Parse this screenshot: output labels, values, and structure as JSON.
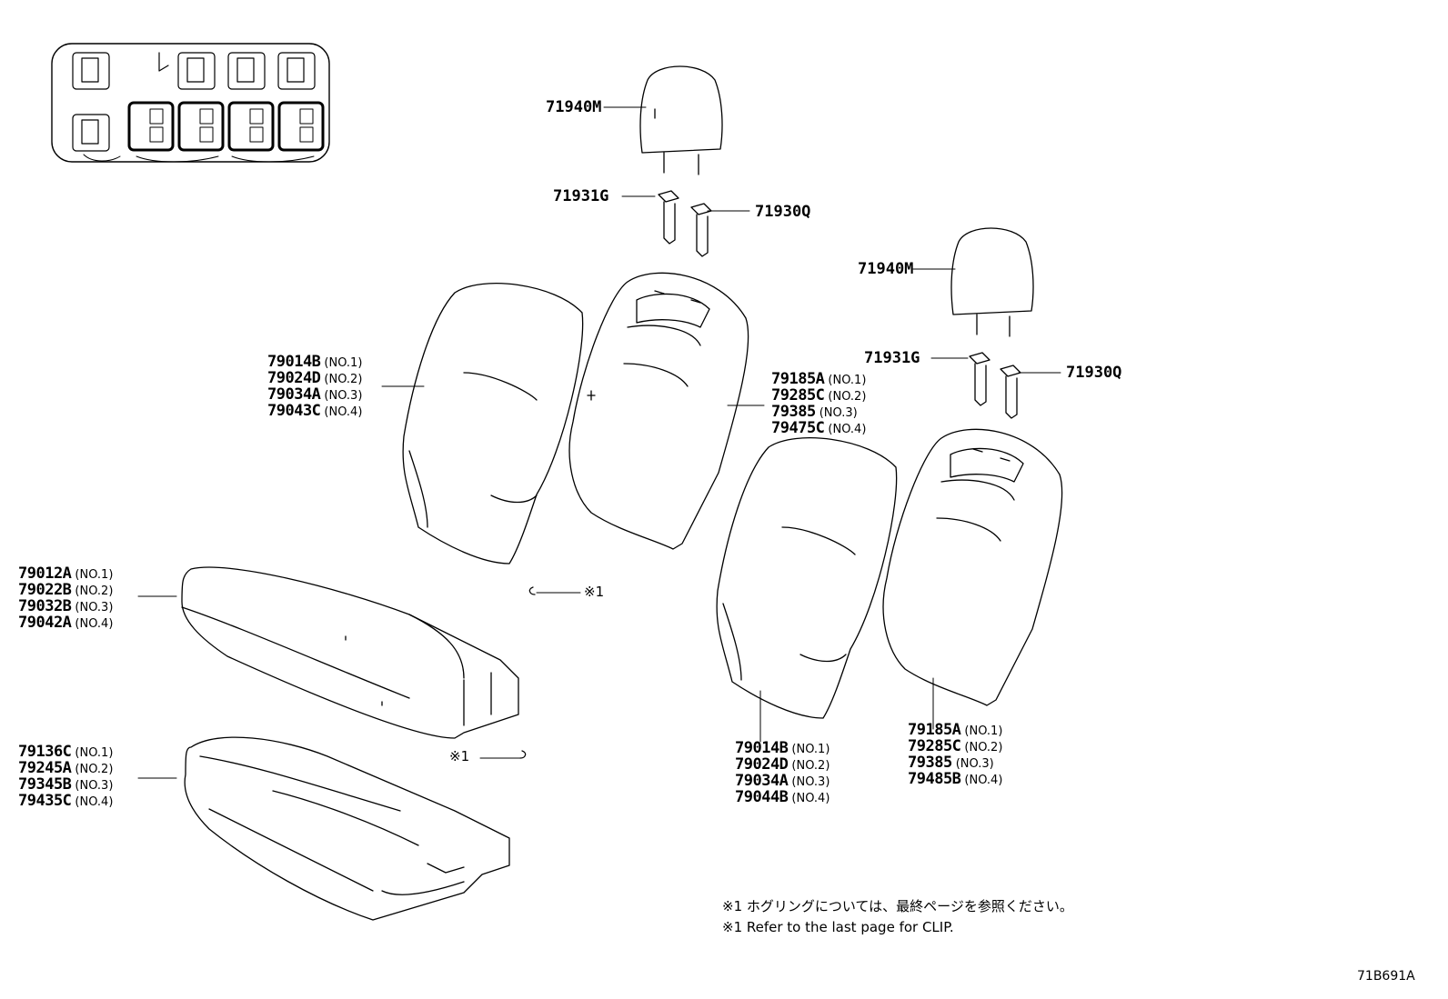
{
  "labels": {
    "headrest_left": "71940M",
    "support_left_a": "71931G",
    "support_left_b": "71930Q",
    "headrest_right": "71940M",
    "support_right_a": "71931G",
    "support_right_b": "71930Q",
    "clip_mark_a": "※1",
    "clip_mark_b": "※1"
  },
  "groups": {
    "back_cover_left": [
      {
        "part": "79014B",
        "no": "(NO.1)"
      },
      {
        "part": "79024D",
        "no": "(NO.2)"
      },
      {
        "part": "79034A",
        "no": "(NO.3)"
      },
      {
        "part": "79043C",
        "no": "(NO.4)"
      }
    ],
    "back_pad_left": [
      {
        "part": "79185A",
        "no": "(NO.1)"
      },
      {
        "part": "79285C",
        "no": "(NO.2)"
      },
      {
        "part": "79385",
        "no": "(NO.3)"
      },
      {
        "part": "79475C",
        "no": "(NO.4)"
      }
    ],
    "cushion_cover": [
      {
        "part": "79012A",
        "no": "(NO.1)"
      },
      {
        "part": "79022B",
        "no": "(NO.2)"
      },
      {
        "part": "79032B",
        "no": "(NO.3)"
      },
      {
        "part": "79042A",
        "no": "(NO.4)"
      }
    ],
    "cushion_pad": [
      {
        "part": "79136C",
        "no": "(NO.1)"
      },
      {
        "part": "79245A",
        "no": "(NO.2)"
      },
      {
        "part": "79345B",
        "no": "(NO.3)"
      },
      {
        "part": "79435C",
        "no": "(NO.4)"
      }
    ],
    "back_cover_right": [
      {
        "part": "79014B",
        "no": "(NO.1)"
      },
      {
        "part": "79024D",
        "no": "(NO.2)"
      },
      {
        "part": "79034A",
        "no": "(NO.3)"
      },
      {
        "part": "79044B",
        "no": "(NO.4)"
      }
    ],
    "back_pad_right": [
      {
        "part": "79185A",
        "no": "(NO.1)"
      },
      {
        "part": "79285C",
        "no": "(NO.2)"
      },
      {
        "part": "79385",
        "no": "(NO.3)"
      },
      {
        "part": "79485B",
        "no": "(NO.4)"
      }
    ]
  },
  "notes": {
    "jp": "※1 ホグリングについては、最終ページを参照ください。",
    "en": "※1 Refer to the last page for CLIP."
  },
  "diagram_code": "71B691A"
}
